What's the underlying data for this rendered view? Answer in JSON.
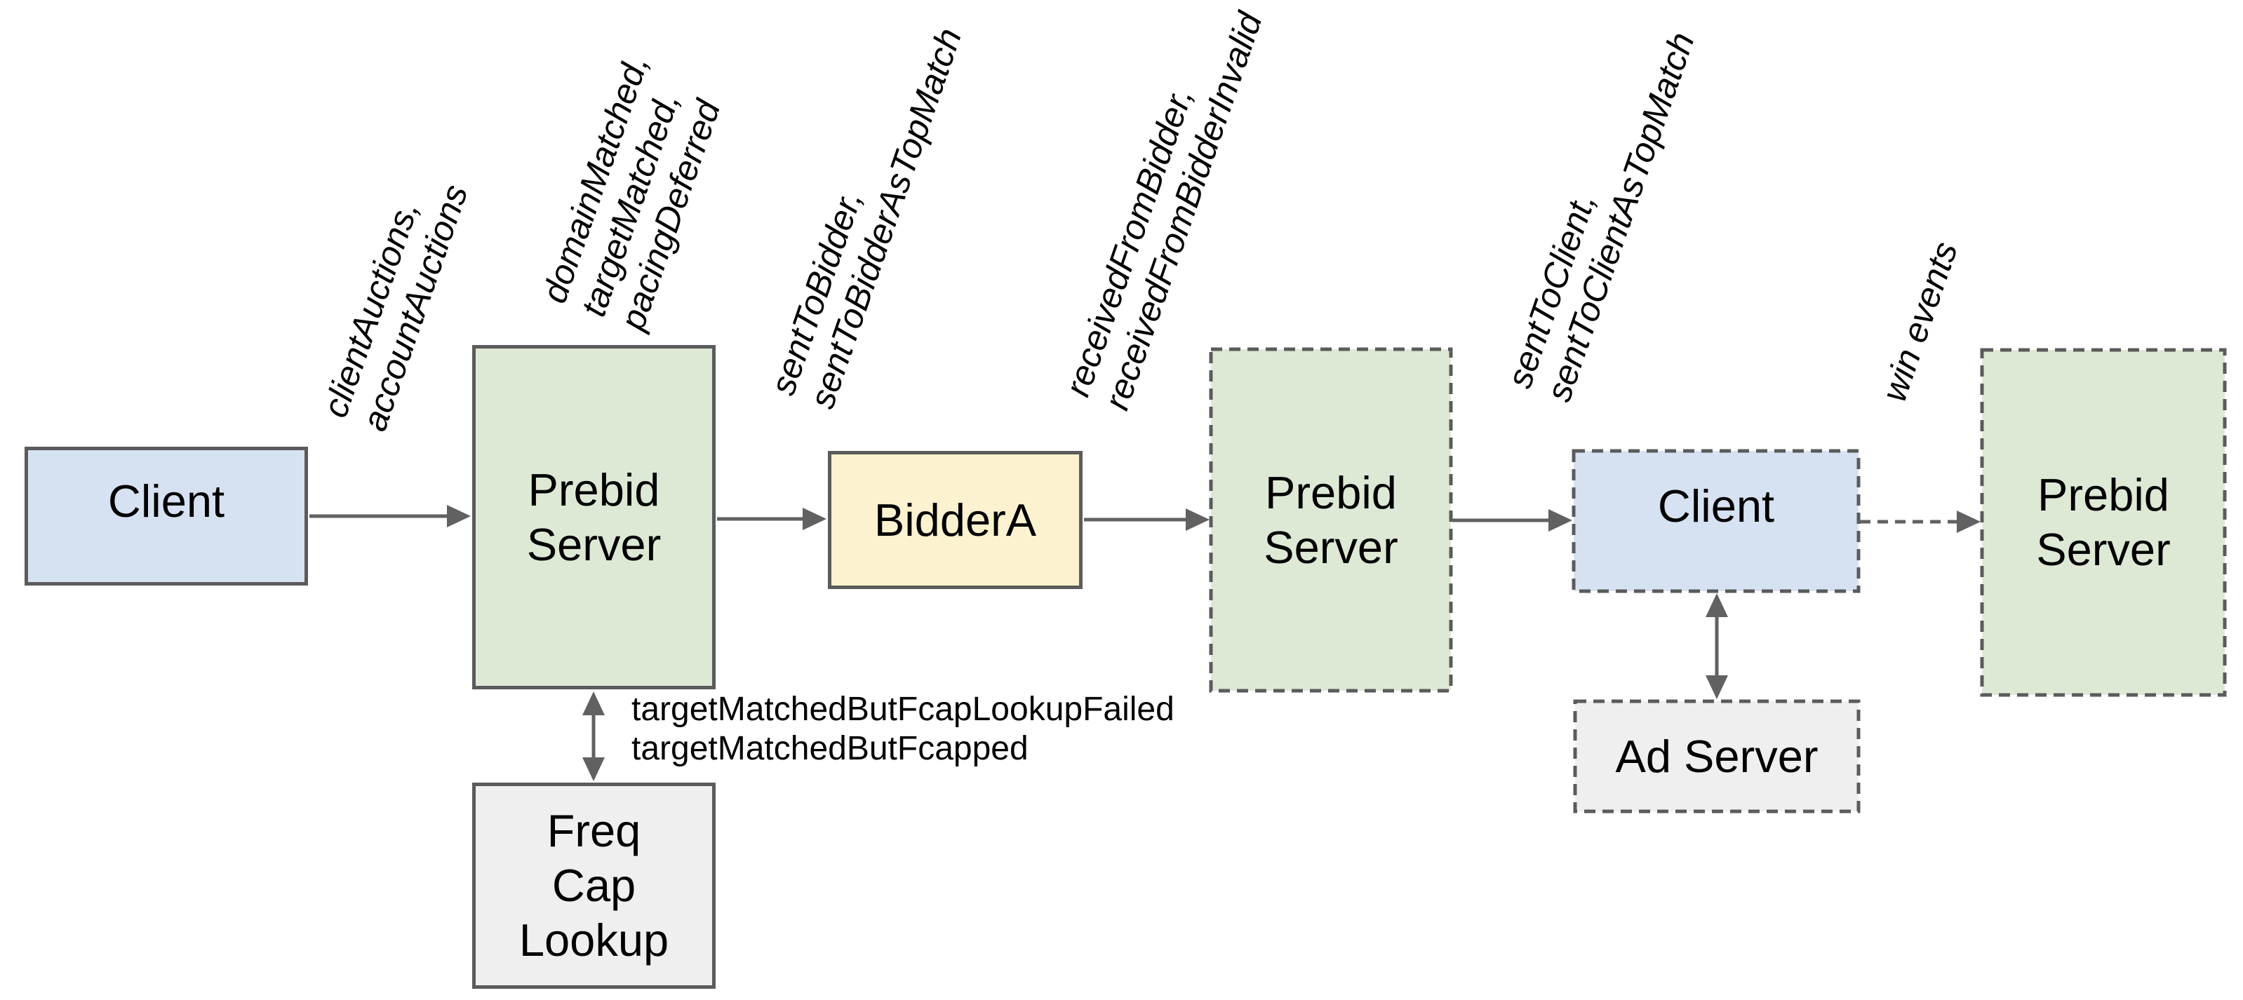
{
  "diagram": {
    "boxes": {
      "client1": {
        "label": "Client"
      },
      "prebid1": {
        "label": "Prebid\nServer"
      },
      "bidderA": {
        "label": "BidderA"
      },
      "prebid2": {
        "label": "Prebid\nServer"
      },
      "client2": {
        "label": "Client"
      },
      "prebid3": {
        "label": "Prebid\nServer"
      },
      "adServer": {
        "label": "Ad Server"
      },
      "freqCap": {
        "label": "Freq\nCap\nLookup"
      }
    },
    "edge_labels": {
      "client_to_prebid": "clientAuctions,\naccountAuctions",
      "prebid_processing": "domainMatched,\ntargetMatched,\npacingDeferred",
      "to_bidder": "sentToBidder,\nsentToBidderAsTopMatch",
      "from_bidder": "receivedFromBidder,\nreceivedFromBidderInvalid",
      "to_client": "sentToClient,\nsentToClientAsTopMatch",
      "win_events": "win events",
      "freq_cap_lookup": "targetMatchedButFcapLookupFailed\ntargetMatchedButFcapped"
    },
    "colors": {
      "box_blue": "#d6e2f1",
      "box_green": "#dde9d5",
      "box_yellow": "#fdf2cf",
      "box_gray": "#efefef",
      "border": "#5b5b5b",
      "arrow": "#616161",
      "text": "#000000",
      "background": "#ffffff"
    }
  }
}
